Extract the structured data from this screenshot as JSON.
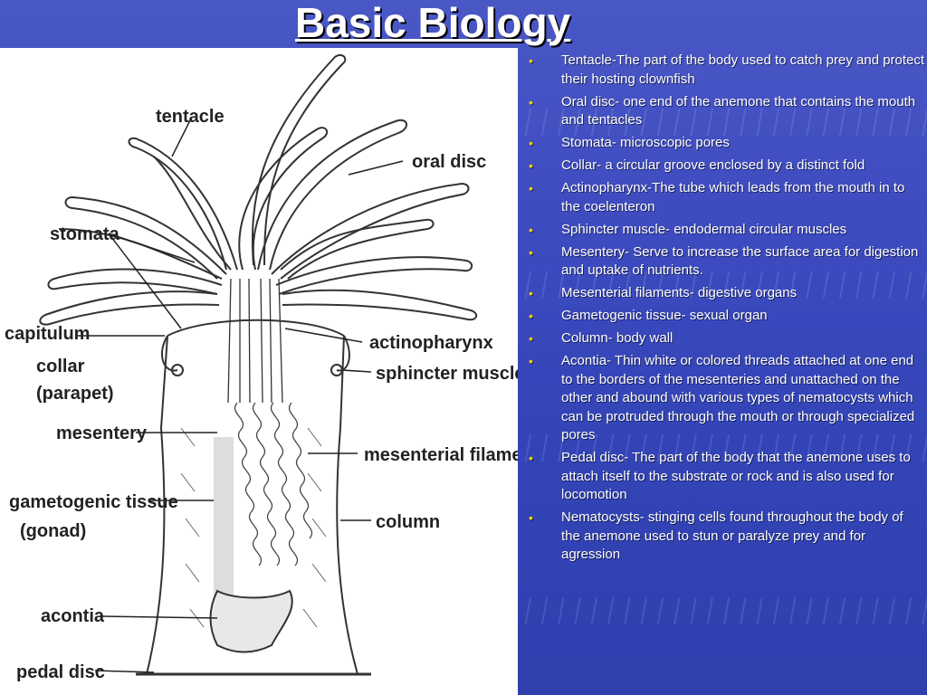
{
  "slide": {
    "title": "Basic Biology",
    "bullet_glyph": "•",
    "bullets": [
      "Tentacle-The part of the body used to catch prey and protect their hosting clownfish",
      "Oral disc- one end of the anemone that contains the mouth and tentacles",
      "Stomata- microscopic pores",
      "Collar- a circular groove enclosed by a distinct fold",
      "Actinopharynx-The tube which leads from the mouth in to the coelenteron",
      "Sphincter muscle- endodermal circular muscles",
      "Mesentery- Serve to increase the surface area for digestion and uptake of nutrients.",
      "Mesenterial filaments- digestive organs",
      "Gametogenic tissue- sexual organ",
      "Column- body wall",
      "Acontia- Thin white or colored threads attached at one end to the borders of the mesenteries and unattached on the other and abound with various types of nematocysts which can be protruded through the mouth or through specialized pores",
      "Pedal disc- The part of the body that the anemone uses to attach itself to the substrate or rock and is also used for locomotion",
      "Nematocysts- stinging cells found throughout the body of the anemone used to stun or paralyze prey and for agression"
    ]
  },
  "diagram": {
    "labels": {
      "tentacle": "tentacle",
      "oral_disc": "oral disc",
      "stomata": "stomata",
      "capitulum": "capitulum",
      "actinopharynx": "actinopharynx",
      "collar": "collar",
      "parapet": "(parapet)",
      "sphincter_muscle": "sphincter muscle",
      "mesentery": "mesentery",
      "mesenterial_filaments": "mesenterial filaments",
      "gametogenic_tissue": "gametogenic tissue",
      "gonad": "(gonad)",
      "column": "column",
      "acontia": "acontia",
      "pedal_disc": "pedal disc"
    }
  },
  "colors": {
    "background": "#3a49bb",
    "title": "#ffffff",
    "bullet": "#f2d200",
    "text": "#ffffff"
  }
}
